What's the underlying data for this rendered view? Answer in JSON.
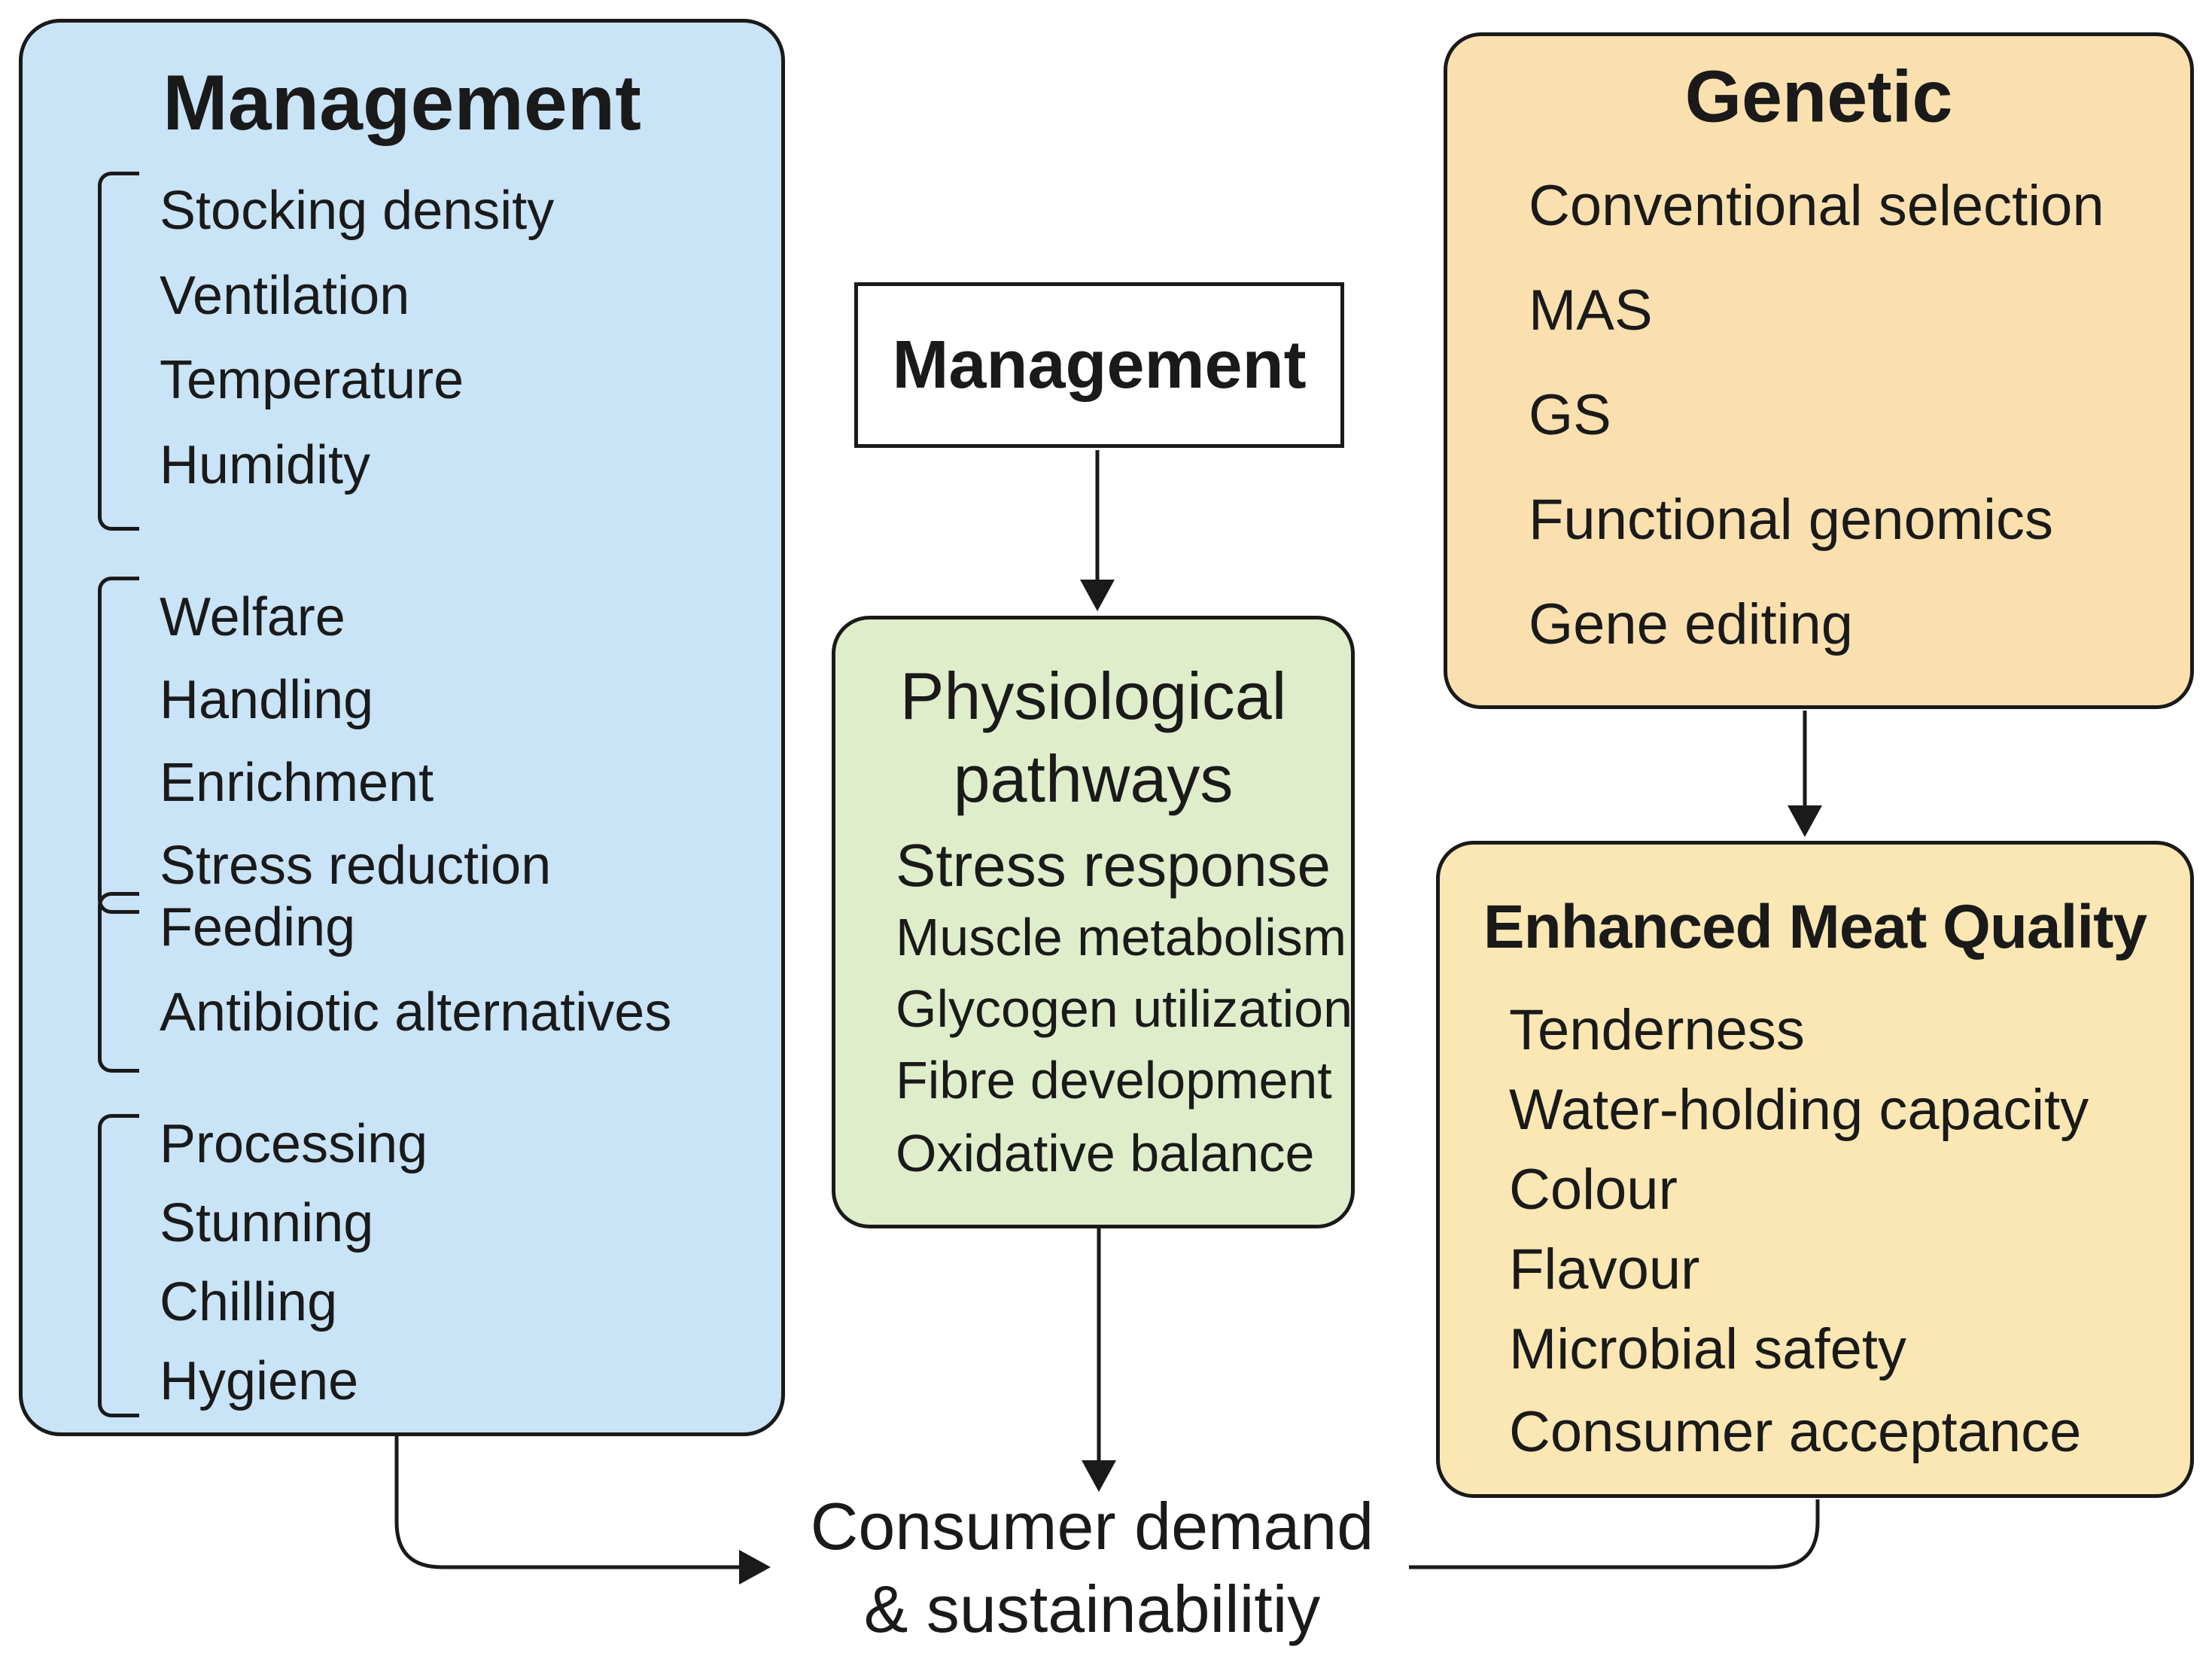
{
  "figure": {
    "management_panel": {
      "title": "Management",
      "groups": [
        {
          "items": [
            "Stocking density",
            "Ventilation",
            "Temperature",
            "Humidity"
          ]
        },
        {
          "items": [
            "Welfare",
            "Handling",
            "Enrichment",
            "Stress reduction"
          ]
        },
        {
          "items": [
            "Feeding",
            "Antibiotic alternatives"
          ]
        },
        {
          "items": [
            "Processing",
            "Stunning",
            "Chilling",
            "Hygiene"
          ]
        }
      ]
    },
    "management_node": {
      "label": "Management"
    },
    "pathways_node": {
      "title_line1": "Physiological",
      "title_line2": "pathways",
      "items": [
        "Stress response",
        "Muscle metabolism",
        "Glycogen utilization",
        "Fibre development",
        "Oxidative balance"
      ]
    },
    "genetic_panel": {
      "title": "Genetic",
      "items": [
        "Conventional selection",
        "MAS",
        "GS",
        "Functional genomics",
        "Gene editing"
      ]
    },
    "meat_quality_panel": {
      "title": "Enhanced Meat Quality",
      "items": [
        "Tenderness",
        "Water-holding capacity",
        "Colour",
        "Flavour",
        "Microbial safety",
        "Consumer acceptance"
      ]
    },
    "outcome_label": {
      "line1": "Consumer demand",
      "line2": "& sustainabilitiy"
    },
    "colors": {
      "management_fill": "#C9E3F7",
      "pathways_fill": "#DFEDCA",
      "genetic_fill": "#FBE0AF",
      "meat_quality_fill": "#FAE7B3",
      "line": "#1A1A1A"
    }
  }
}
